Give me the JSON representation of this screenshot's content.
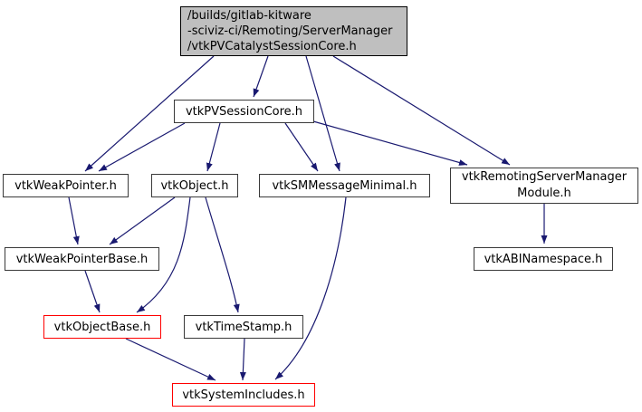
{
  "diagram": {
    "type": "include-dependency-graph",
    "background": "#ffffff",
    "edge_color": "#191970",
    "node_border_color": "#3a3a3a",
    "highlight_border_color": "#ff0000",
    "main_node_fill": "#bfbfbf",
    "text_color": "#000000"
  },
  "nodes": {
    "main": {
      "label": "/builds/gitlab-kitware\n-sciviz-ci/Remoting/ServerManager\n/vtkPVCatalystSessionCore.h",
      "style": "main"
    },
    "pvsessioncore": {
      "label": "vtkPVSessionCore.h",
      "style": "normal"
    },
    "weakpointer": {
      "label": "vtkWeakPointer.h",
      "style": "normal"
    },
    "object": {
      "label": "vtkObject.h",
      "style": "normal"
    },
    "smmessageminimal": {
      "label": "vtkSMMessageMinimal.h",
      "style": "normal"
    },
    "remotingmodule": {
      "label": "vtkRemotingServerManager\nModule.h",
      "style": "normal"
    },
    "weakpointerbase": {
      "label": "vtkWeakPointerBase.h",
      "style": "normal"
    },
    "abinamespace": {
      "label": "vtkABINamespace.h",
      "style": "normal"
    },
    "objectbase": {
      "label": "vtkObjectBase.h",
      "style": "red"
    },
    "timestamp": {
      "label": "vtkTimeStamp.h",
      "style": "normal"
    },
    "systemincludes": {
      "label": "vtkSystemIncludes.h",
      "style": "red"
    }
  },
  "edges": [
    {
      "from": "main",
      "to": "pvsessioncore"
    },
    {
      "from": "main",
      "to": "weakpointer"
    },
    {
      "from": "main",
      "to": "smmessageminimal"
    },
    {
      "from": "main",
      "to": "remotingmodule"
    },
    {
      "from": "pvsessioncore",
      "to": "weakpointer"
    },
    {
      "from": "pvsessioncore",
      "to": "object"
    },
    {
      "from": "pvsessioncore",
      "to": "smmessageminimal"
    },
    {
      "from": "pvsessioncore",
      "to": "remotingmodule"
    },
    {
      "from": "weakpointer",
      "to": "weakpointerbase"
    },
    {
      "from": "object",
      "to": "weakpointerbase"
    },
    {
      "from": "object",
      "to": "objectbase"
    },
    {
      "from": "object",
      "to": "timestamp"
    },
    {
      "from": "weakpointerbase",
      "to": "objectbase"
    },
    {
      "from": "objectbase",
      "to": "systemincludes"
    },
    {
      "from": "timestamp",
      "to": "systemincludes"
    },
    {
      "from": "smmessageminimal",
      "to": "systemincludes"
    },
    {
      "from": "remotingmodule",
      "to": "abinamespace"
    }
  ]
}
